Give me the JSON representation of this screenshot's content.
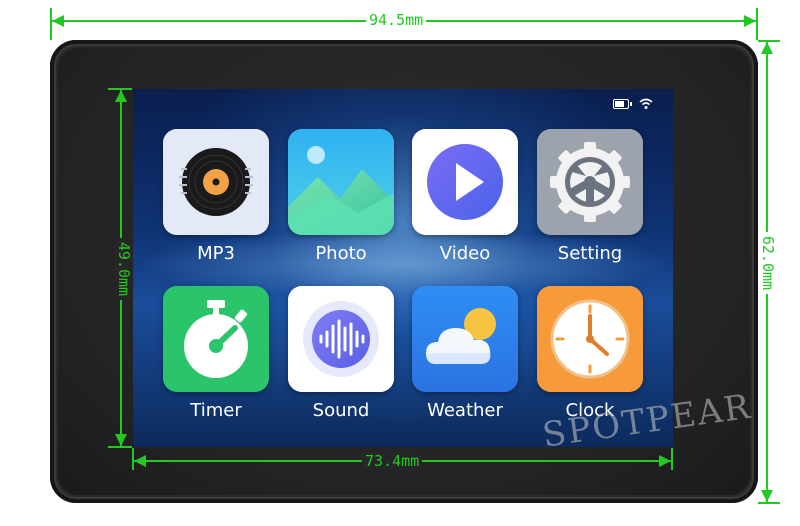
{
  "dimensions": {
    "device_width": "94.5mm",
    "device_height": "62.0mm",
    "screen_width": "73.4mm",
    "screen_height": "49.0mm"
  },
  "status_bar": {
    "icons": [
      "battery-icon",
      "wifi-icon"
    ]
  },
  "apps": [
    {
      "label": "MP3",
      "icon": "vinyl-record-icon",
      "tile_color": "#dfe6f5"
    },
    {
      "label": "Photo",
      "icon": "landscape-image-icon",
      "tile_color": "#36b9f0"
    },
    {
      "label": "Video",
      "icon": "play-icon",
      "tile_color": "#ffffff"
    },
    {
      "label": "Setting",
      "icon": "gear-icon",
      "tile_color": "#9aa2ad"
    },
    {
      "label": "Timer",
      "icon": "stopwatch-icon",
      "tile_color": "#2bc46a"
    },
    {
      "label": "Sound",
      "icon": "sound-wave-icon",
      "tile_color": "#ffffff"
    },
    {
      "label": "Weather",
      "icon": "cloud-sun-icon",
      "tile_color": "#2f8ef5"
    },
    {
      "label": "Clock",
      "icon": "clock-icon",
      "tile_color": "#f79a3a"
    }
  ],
  "watermark": "SPOTPEAR",
  "colors": {
    "dimension_lines": "#22c922",
    "screen_background": "#0f3374"
  }
}
